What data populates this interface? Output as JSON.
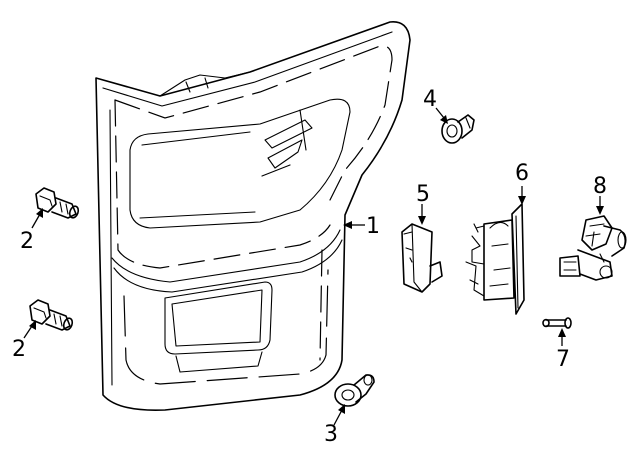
{
  "callouts": {
    "c1": "1",
    "c2a": "2",
    "c2b": "2",
    "c3": "3",
    "c4": "4",
    "c5": "5",
    "c6": "6",
    "c7": "7",
    "c8": "8"
  }
}
